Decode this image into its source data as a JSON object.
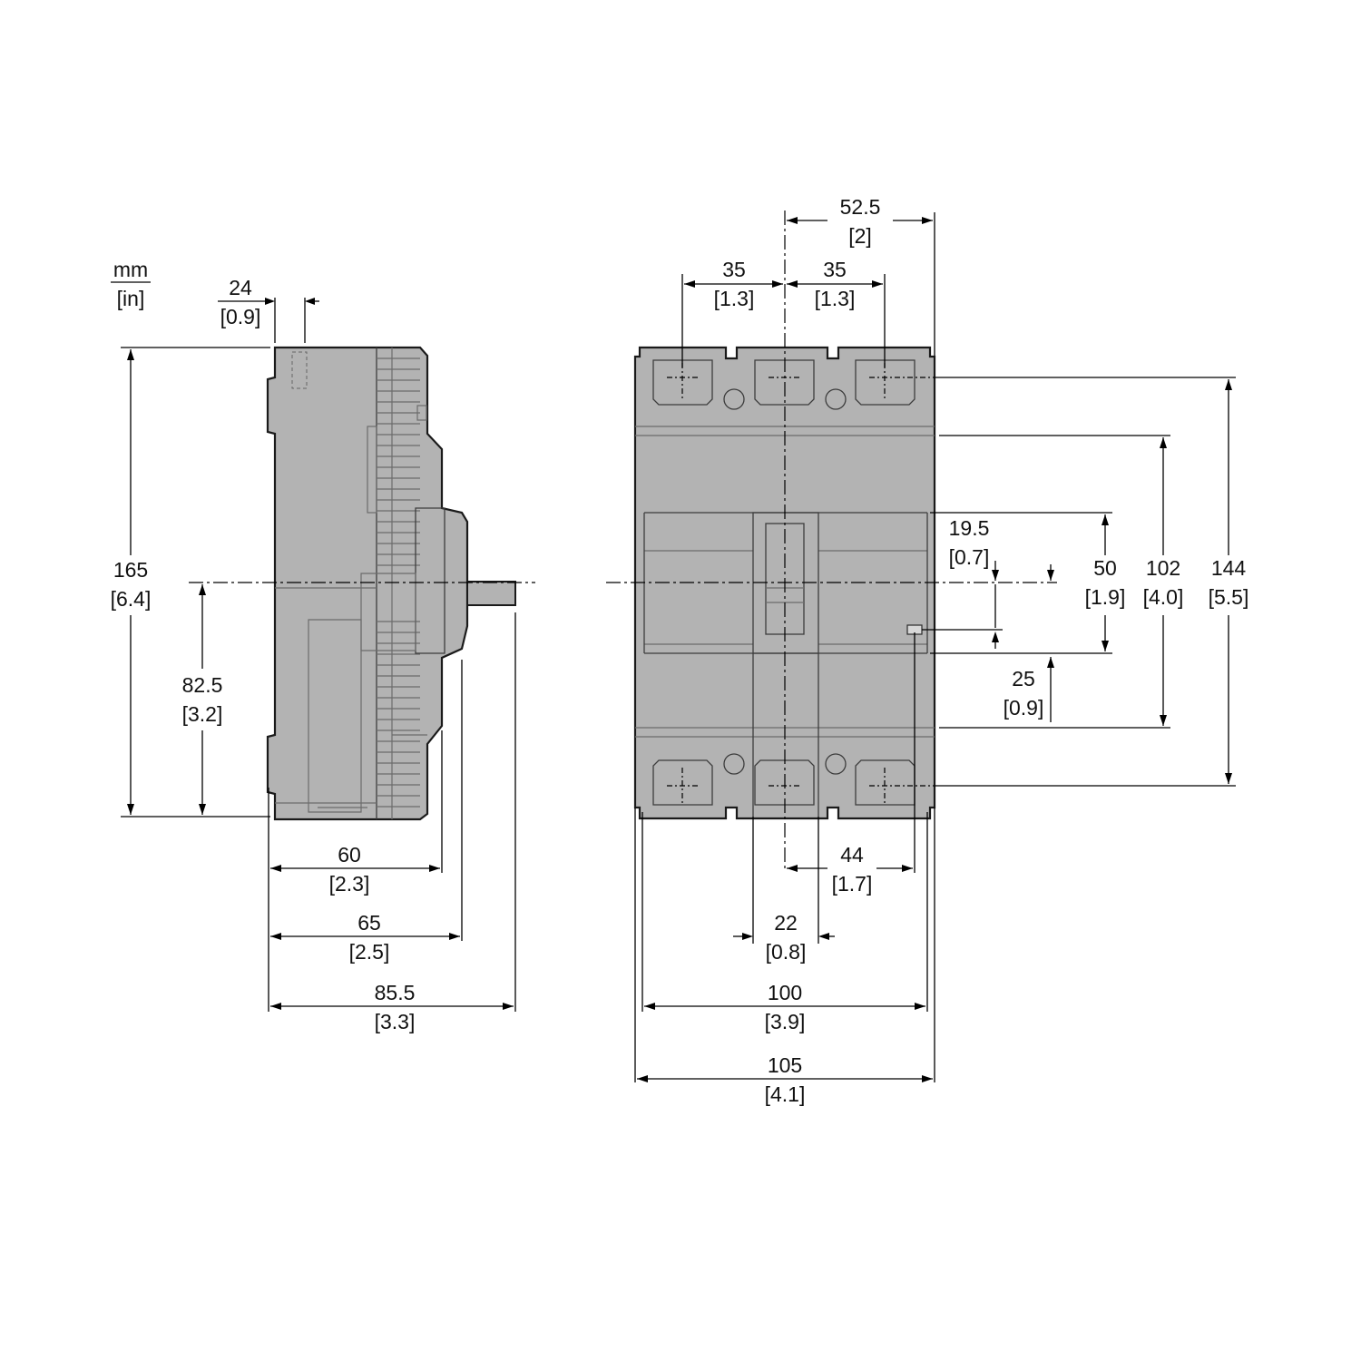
{
  "units": {
    "primary": "mm",
    "secondary": "[in]"
  },
  "side_view": {
    "top_offset": {
      "mm": "24",
      "in": "[0.9]"
    },
    "height": {
      "mm": "165",
      "in": "[6.4]"
    },
    "axis_height": {
      "mm": "82.5",
      "in": "[3.2]"
    },
    "depth_body": {
      "mm": "60",
      "in": "[2.3]"
    },
    "depth_front": {
      "mm": "65",
      "in": "[2.5]"
    },
    "depth_total": {
      "mm": "85.5",
      "in": "[3.3]"
    }
  },
  "front_view": {
    "offset_right": {
      "mm": "52.5",
      "in": "[2]"
    },
    "pole_pitch_left": {
      "mm": "35",
      "in": "[1.3]"
    },
    "pole_pitch_right": {
      "mm": "35",
      "in": "[1.3]"
    },
    "handle_offset": {
      "mm": "19.5",
      "in": "[0.7]"
    },
    "window_height": {
      "mm": "50",
      "in": "[1.9]"
    },
    "cover_height": {
      "mm": "102",
      "in": "[4.0]"
    },
    "terminal_pitch": {
      "mm": "144",
      "in": "[5.5]"
    },
    "button_offset": {
      "mm": "25",
      "in": "[0.9]"
    },
    "button_horizontal": {
      "mm": "44",
      "in": "[1.7]"
    },
    "handle_width": {
      "mm": "22",
      "in": "[0.8]"
    },
    "width_inner": {
      "mm": "100",
      "in": "[3.9]"
    },
    "width_total": {
      "mm": "105",
      "in": "[4.1]"
    }
  }
}
